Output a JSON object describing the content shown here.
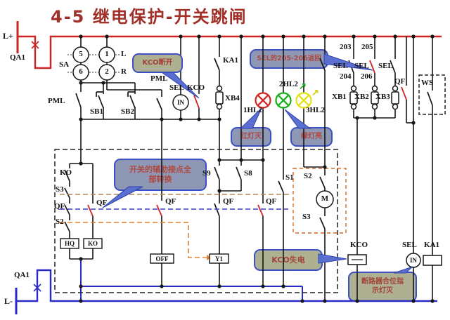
{
  "title": "4-5  继电保护-开关跳闸",
  "rails": {
    "l_plus": "L+",
    "l_minus": "L-",
    "qa1_top": "QA1",
    "qa1_bottom": "QA1"
  },
  "sa_block": {
    "sa": "SA",
    "c5": "5",
    "c1": "1",
    "c6": "6",
    "c2": "2",
    "l": "L",
    "r": "R"
  },
  "labels": {
    "pml_left": "PML",
    "sb1": "SB1",
    "sb2": "SB2",
    "pml_top": "PML",
    "in1": "IN",
    "sel_top": "SEL",
    "kco_top": "KCO",
    "ka1_top": "KA1",
    "xb4": "XB4",
    "hl1": "1HL2",
    "hl2": "2HL2",
    "hl3": "3HL2",
    "arrow_green": "↗",
    "arrow_yellow": "↗",
    "ko": "KO",
    "s3": "S3",
    "qf_a": "QF",
    "s2": "S2",
    "qf_b": "QF",
    "qf_c": "QF",
    "s9": "S9",
    "s8": "S8",
    "qf_d": "QF",
    "qf_e": "QF",
    "s1": "S1",
    "s2_m": "S2",
    "s3_m": "S3",
    "m": "M",
    "n203": "203",
    "n205": "205",
    "n204": "204",
    "n206": "206",
    "sel1": "SEL",
    "sel2": "SEL",
    "sel3": "SEL",
    "xb1": "XB1",
    "xb2": "XB2",
    "xb3": "XB3",
    "qf_r": "QF",
    "ws": "WS",
    "kco_coil": "KCO",
    "sel_coil": "SEL",
    "ka1_coil": "KA1",
    "in2": "IN",
    "hq": "HQ",
    "ko_box": "KO",
    "off": "OFF",
    "y1": "Y1"
  },
  "callouts": {
    "kco_open": "KCO断开",
    "sel_return": "SEL的205-206返回",
    "aux_l1": "开关的辅助接点全",
    "aux_l2": "部转换",
    "red_off": "红灯灭",
    "green_on": "绿灯亮",
    "kco_loss": "KCO失电",
    "breaker_l1": "断路器合位指",
    "breaker_l2": "示灯灭"
  },
  "colors": {
    "bus_red": "#cc2424",
    "bus_blue": "#2a2ac8",
    "contact_open_red": "#d42222",
    "lamp_red": "#d42222",
    "lamp_green": "#18b018",
    "lamp_yellow": "#e2e212",
    "callout_border": "#3b50c2",
    "callout_fill_olive": "#aeb092",
    "callout_fill_slate": "#8e97b4",
    "callout_text": "#a34239",
    "dashed_tan": "#b08a55",
    "dashed_blue": "#3c3ccc",
    "dashed_orange": "#e08030",
    "title_color": "#a03028"
  }
}
